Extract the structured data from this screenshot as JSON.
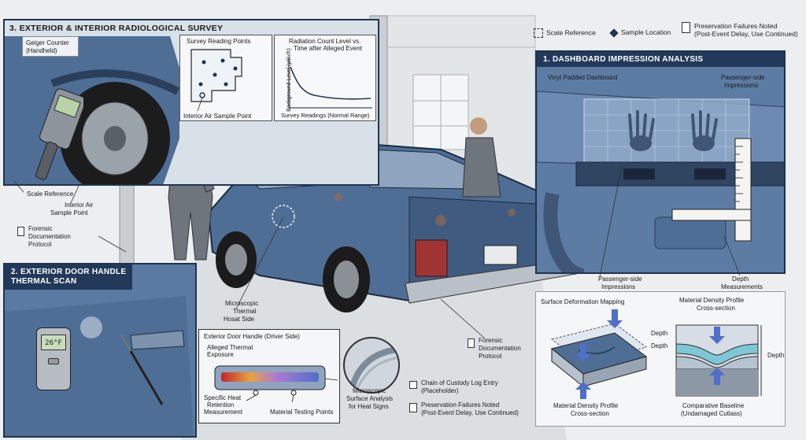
{
  "legend": {
    "scale_reference": "Scale Reference",
    "sample_location": "Sample Location",
    "preservation_l1": "Preservation Failures Noted",
    "preservation_l2": "(Post-Event Delay,",
    "preservation_l3": "Use Continued)"
  },
  "panel3": {
    "title": "3. EXTERIOR & INTERIOR RADIOLOGICAL SURVEY",
    "geiger_l1": "Geiger Counter",
    "geiger_l2": "(Handheld)",
    "survey_title": "Survey Reading Points",
    "interior_air": "Interior Air Sample Point",
    "radiation_title_l1": "Radiation Count Level vs.",
    "radiation_title_l2": "Time after Alleged Event",
    "ylabel_l1": "Background Level",
    "ylabel_l2": "(μSv/h)",
    "xlabel": "Survey Readings (Normal Range)"
  },
  "callouts_left": {
    "scale_reference": "Scale Reference",
    "interior_air_l1": "Interior Air",
    "interior_air_l2": "Sample Point",
    "forensic_l1": "Forensic",
    "forensic_l2": "Documentation",
    "forensic_l3": "Protocol"
  },
  "panel2": {
    "title_l1": "2. EXTERIOR DOOR HANDLE",
    "title_l2": "THERMAL SCAN",
    "thermometer_reading": "26°F",
    "micro_l1": "Microscopic",
    "micro_l2": "Thermal",
    "micro_l3": "Hosat Side"
  },
  "handle_box": {
    "title": "Exterior Door Handle (Driver Side)",
    "alleged_l1": "Alleged Thermal",
    "alleged_l2": "Exposure",
    "heat_l1": "Specific Heat",
    "heat_l2": "Retention",
    "heat_l3": "Measurement",
    "material_points": "Material Testing Points"
  },
  "center_bottom": {
    "micro_l1": "Microscopic",
    "micro_l2": "Surface Analysis",
    "micro_l3": "for Heat Signs",
    "forensic_l1": "Forensic",
    "forensic_l2": "Documentation",
    "forensic_l3": "Protocol",
    "custody_l1": "Chain of Custody Log Entry",
    "custody_l2": "(Placeholder)",
    "preservation_l1": "Preservation Failures Noted",
    "preservation_l2": "(Post-Event Delay, Use Continued)"
  },
  "panel1": {
    "title": "1. DASHBOARD IMPRESSION ANALYSIS",
    "vinyl": "Vinyl Padded Dashboard",
    "passenger_top_l1": "Passenger-side",
    "passenger_top_l2": "Impressions",
    "passenger_bot_l1": "Passenger-side",
    "passenger_bot_l2": "Impressions",
    "depth_l1": "Depth",
    "depth_l2": "Measurements"
  },
  "analysis": {
    "surface_title": "Surface Deformation Mapping",
    "density_title_l1": "Material Density Profile",
    "density_title_l2": "Cross-section",
    "depth_a": "Depth",
    "depth_b": "Depth",
    "depth_c": "Depth",
    "bottom_l1": "Material Density Profile",
    "bottom_l2": "Cross-section",
    "baseline_l1": "Comparative Baseline",
    "baseline_l2": "(Undamaged Cutlass)"
  },
  "colors": {
    "panel_dark": "#23395a",
    "car_blue": "#4f6e96",
    "rust": "#9a6a4a"
  }
}
